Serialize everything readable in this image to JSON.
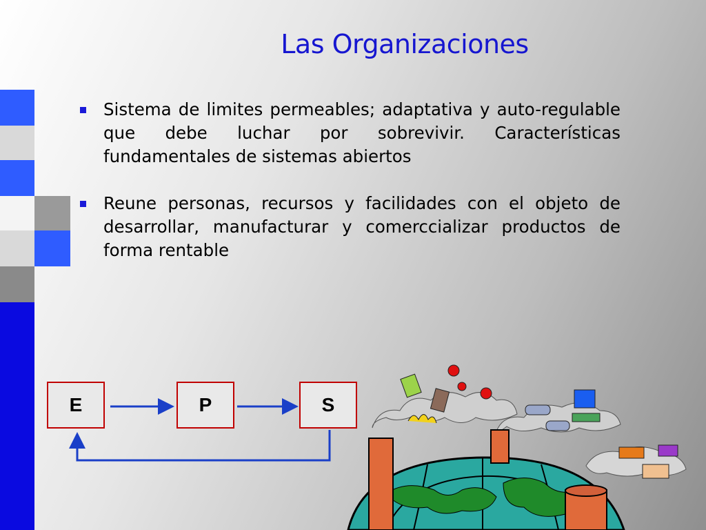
{
  "slide": {
    "title": "Las Organizaciones",
    "bullets": [
      {
        "text": "Sistema de limites permeables; adaptativa y auto-regulable que debe luchar por sobrevivir.  Características fundamentales de sistemas abiertos"
      },
      {
        "text": "Reune personas, recursos y facilidades con el objeto de desarrollar, manufacturar y comerccializar productos de forma rentable"
      }
    ]
  },
  "diagram": {
    "boxes": [
      {
        "label": "E"
      },
      {
        "label": "P"
      },
      {
        "label": "S"
      }
    ],
    "colors": {
      "box_border": "#c00000",
      "arrow": "#1a3fc8"
    }
  },
  "colors": {
    "title": "#1616d0",
    "accent_blue": "#2255ff",
    "bullet_marker": "#1a1ad8"
  },
  "icons": [
    "industrial-globe-clipart",
    "bullet-square-icon"
  ]
}
